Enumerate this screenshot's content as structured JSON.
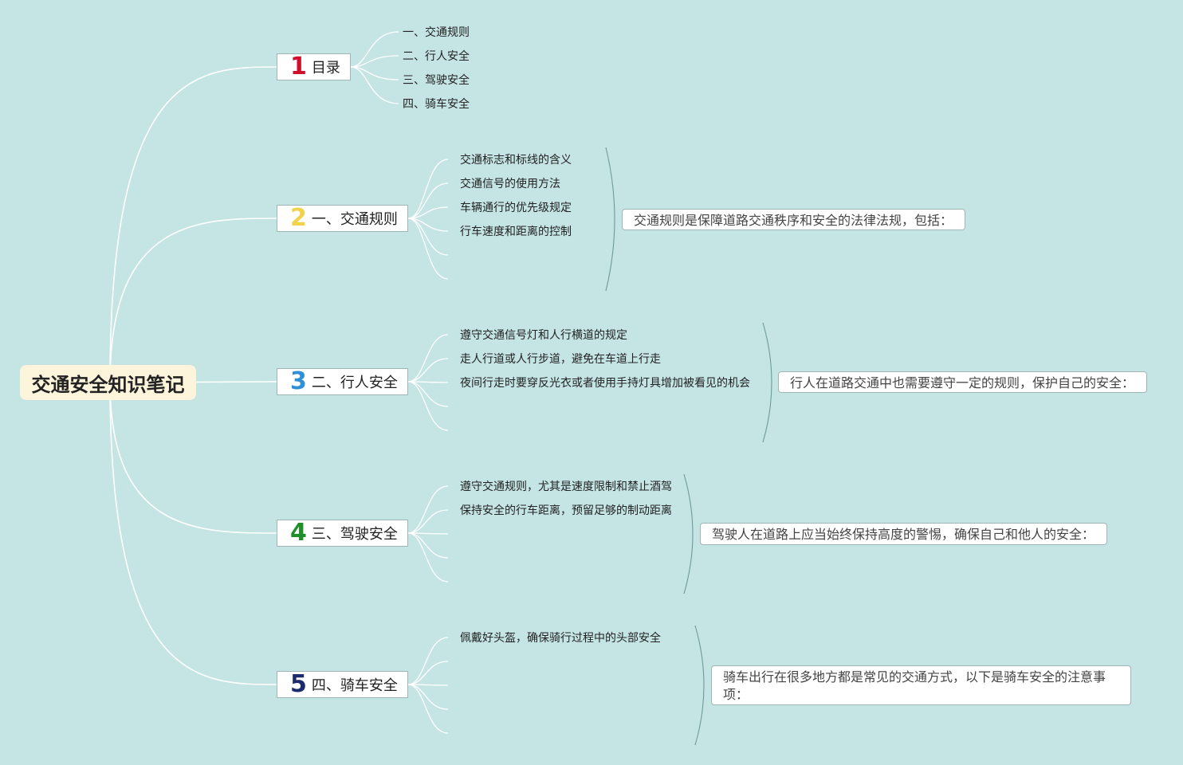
{
  "root": {
    "title": "交通安全知识笔记"
  },
  "branches": [
    {
      "num": "1",
      "num_color": "#d0102a",
      "label": "目录",
      "leaves": [
        "一、交通规则",
        "二、行人安全",
        "三、驾驶安全",
        "四、骑车安全"
      ]
    },
    {
      "num": "2",
      "num_color": "#f2d24a",
      "label": "一、交通规则",
      "leaves": [
        "交通标志和标线的含义",
        "交通信号的使用方法",
        "车辆通行的优先级规定",
        "行车速度和距离的控制"
      ],
      "note": "交通规则是保障道路交通秩序和安全的法律法规，包括："
    },
    {
      "num": "3",
      "num_color": "#2f8fd8",
      "label": "二、行人安全",
      "leaves": [
        "遵守交通信号灯和人行横道的规定",
        "走人行道或人行步道，避免在车道上行走",
        "夜间行走时要穿反光衣或者使用手持灯具增加被看见的机会"
      ],
      "note": "行人在道路交通中也需要遵守一定的规则，保护自己的安全："
    },
    {
      "num": "4",
      "num_color": "#1f8f2a",
      "label": "三、驾驶安全",
      "leaves": [
        "遵守交通规则，尤其是速度限制和禁止酒驾",
        "保持安全的行车距离，预留足够的制动距离"
      ],
      "note": "驾驶人在道路上应当始终保持高度的警惕，确保自己和他人的安全："
    },
    {
      "num": "5",
      "num_color": "#1c2a6e",
      "label": "四、骑车安全",
      "leaves": [
        "佩戴好头盔，确保骑行过程中的头部安全"
      ],
      "note": "骑车出行在很多地方都是常见的交通方式，以下是骑车安全的注意事项："
    }
  ],
  "colors": {
    "background": "#c5e4e4",
    "line": "#ffffff",
    "bracket": "#6f9a9a"
  }
}
